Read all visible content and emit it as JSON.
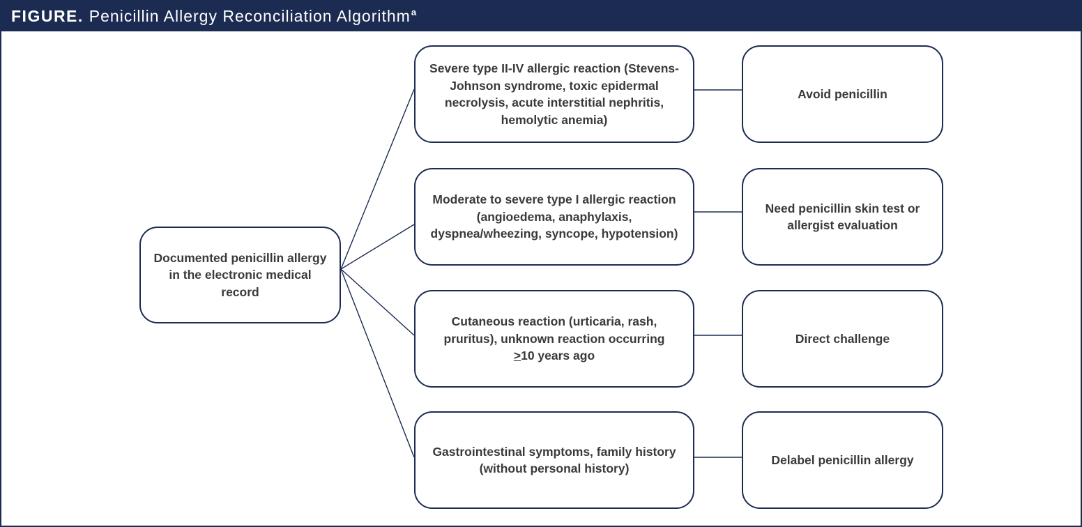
{
  "figure": {
    "label": "FIGURE.",
    "title": "Penicillin Allergy Reconciliation Algorithm",
    "superscript": "a"
  },
  "colors": {
    "header_bg": "#1b2b52",
    "border": "#1b2b52",
    "text": "#3a3a3a"
  },
  "start": {
    "text": "Documented penicillin allergy in the electronic medical record"
  },
  "branches": [
    {
      "condition": "Severe type II-IV allergic reaction (Stevens-Johnson syndrome, toxic epidermal necrolysis, acute interstitial nephritis, hemolytic anemia)",
      "action": "Avoid penicillin"
    },
    {
      "condition": "Moderate to severe type I allergic reaction (angioedema, anaphylaxis, dyspnea/wheezing, syncope, hypotension)",
      "action": "Need penicillin skin test or allergist evaluation"
    },
    {
      "condition_pre": "Cutaneous reaction (urticaria, rash, pruritus), unknown reaction occurring",
      "condition_symbol": ">",
      "condition_post": "10 years ago",
      "action": "Direct challenge"
    },
    {
      "condition": "Gastrointestinal symptoms, family history (without personal history)",
      "action": "Delabel penicillin allergy"
    }
  ]
}
